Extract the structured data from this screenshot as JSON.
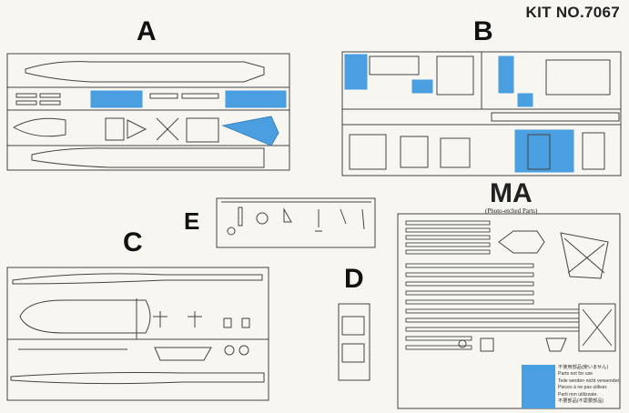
{
  "header": {
    "kit_number": "KIT NO.7067"
  },
  "sprues": {
    "a": {
      "letter": "A"
    },
    "b": {
      "letter": "B"
    },
    "c": {
      "letter": "C"
    },
    "d": {
      "letter": "D"
    },
    "e": {
      "letter": "E"
    },
    "ma": {
      "letter": "MA",
      "subtitle": "(Photo-etched Parts)"
    }
  },
  "legend": {
    "lines": [
      "不使用部品(使いません)",
      "Parts not for use",
      "Teile werden nicht verwendet.",
      "Pieces à ne pas utiliser.",
      "Parti non utilizzate.",
      "不要部品(不需要部品)"
    ],
    "highlight_color": "#4a9fe0"
  }
}
